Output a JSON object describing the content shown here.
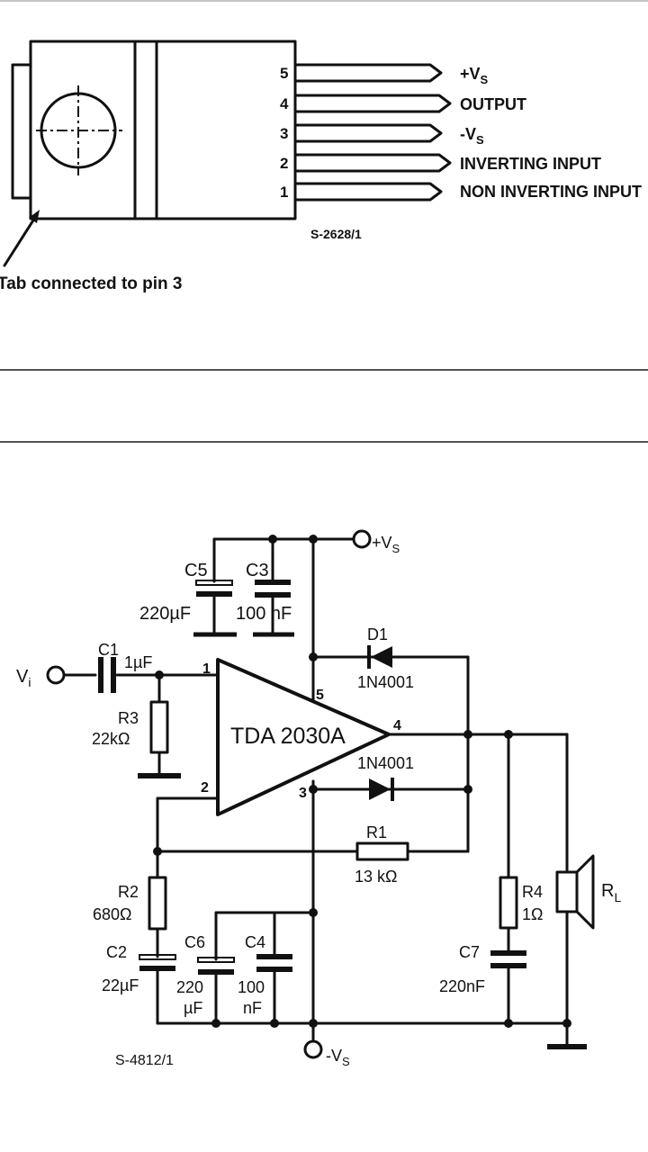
{
  "pinout": {
    "pins": [
      {
        "num": "5",
        "label": "+V",
        "sub": "S"
      },
      {
        "num": "4",
        "label": "OUTPUT",
        "sub": ""
      },
      {
        "num": "3",
        "label": "-V",
        "sub": "S"
      },
      {
        "num": "2",
        "label": "INVERTING INPUT",
        "sub": ""
      },
      {
        "num": "1",
        "label": "NON INVERTING INPUT",
        "sub": ""
      }
    ],
    "code": "S-2628/1",
    "tab_note": "Tab connected to pin 3"
  },
  "schematic": {
    "ic_label": "TDA 2030A",
    "ic_pins": {
      "p1": "1",
      "p2": "2",
      "p3": "3",
      "p4": "4",
      "p5": "5"
    },
    "supply_pos": {
      "label": "+V",
      "sub": "S"
    },
    "supply_neg": {
      "label": "-V",
      "sub": "S"
    },
    "input": {
      "label": "V",
      "sub": "i"
    },
    "load": {
      "label": "R",
      "sub": "L"
    },
    "components": {
      "c1": {
        "name": "C1",
        "value": "1µF"
      },
      "c2": {
        "name": "C2",
        "value": "22µF"
      },
      "c3": {
        "name": "C3",
        "value": "100 nF"
      },
      "c4": {
        "name": "C4",
        "value1": "100",
        "value2": "nF"
      },
      "c5": {
        "name": "C5",
        "value": "220µF"
      },
      "c6": {
        "name": "C6",
        "value1": "220",
        "value2": "µF"
      },
      "c7": {
        "name": "C7",
        "value": "220nF"
      },
      "r1": {
        "name": "R1",
        "value": "13 kΩ"
      },
      "r2": {
        "name": "R2",
        "value": "680Ω"
      },
      "r3": {
        "name": "R3",
        "value": "22kΩ"
      },
      "r4": {
        "name": "R4",
        "value": "1Ω"
      },
      "d1": {
        "name": "D1",
        "value": "1N4001"
      },
      "d2": {
        "value": "1N4001"
      }
    },
    "code": "S-4812/1"
  }
}
